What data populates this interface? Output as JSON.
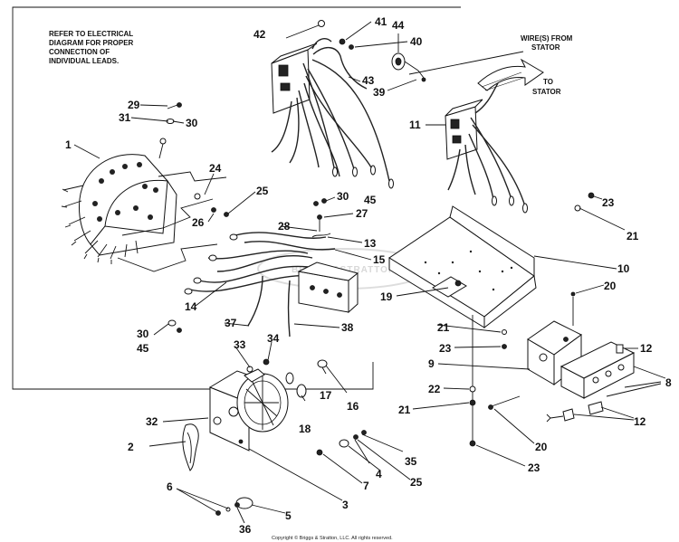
{
  "notes": {
    "electrical_note": [
      "REFER TO ELECTRICAL",
      "DIAGRAM FOR PROPER",
      "CONNECTION OF",
      "INDIVIDUAL LEADS."
    ],
    "wires_from_stator": [
      "WIRE(S) FROM",
      "STATOR"
    ],
    "to_stator": [
      "TO",
      "STATOR"
    ],
    "copyright": "Copyright © Briggs & Stratton, LLC. All rights reserved."
  },
  "watermark": "BRIGGS&STRATTON",
  "callouts": {
    "c1": "1",
    "c2": "2",
    "c3": "3",
    "c4": "4",
    "c5": "5",
    "c6": "6",
    "c7": "7",
    "c8": "8",
    "c9": "9",
    "c10": "10",
    "c11": "11",
    "c12a": "12",
    "c12b": "12",
    "c13": "13",
    "c14": "14",
    "c15": "15",
    "c16": "16",
    "c17": "17",
    "c18": "18",
    "c19": "19",
    "c20a": "20",
    "c20b": "20",
    "c21a": "21",
    "c21b": "21",
    "c21c": "21",
    "c22": "22",
    "c23a": "23",
    "c23b": "23",
    "c23c": "23",
    "c24": "24",
    "c25a": "25",
    "c25b": "25",
    "c26": "26",
    "c27": "27",
    "c28": "28",
    "c29": "29",
    "c30a": "30",
    "c30b": "30",
    "c30c": "30",
    "c31": "31",
    "c32": "32",
    "c33": "33",
    "c34": "34",
    "c35": "35",
    "c36": "36",
    "c37": "37",
    "c38": "38",
    "c39": "39",
    "c40": "40",
    "c41": "41",
    "c42": "42",
    "c43": "43",
    "c44": "44",
    "c45a": "45",
    "c45b": "45"
  }
}
